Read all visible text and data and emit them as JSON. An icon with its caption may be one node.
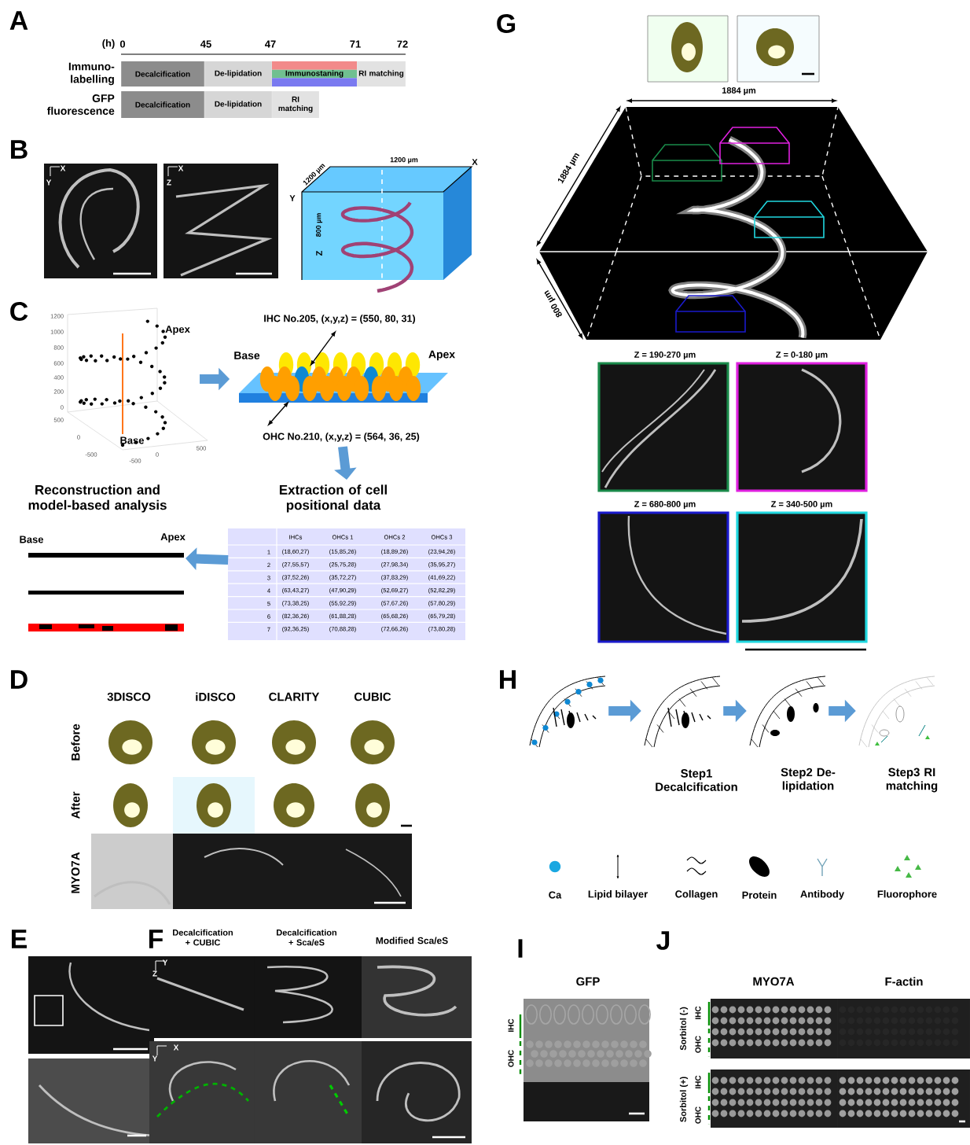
{
  "diagram": {
    "nodes": [
      {
        "text": [
          "Decalcification"
        ]
      },
      {
        "text": [
          "De-lipidation"
        ]
      },
      {
        "text": [
          "Immunostaning"
        ]
      },
      {
        "text": [
          "RI matching"
        ]
      },
      {
        "text": [
          "Decalcification"
        ]
      },
      {
        "text": [
          "De-lipidation"
        ]
      },
      {
        "text": [
          "RI matching"
        ]
      },
      {
        "text": [
          "Apex",
          "Base"
        ]
      },
      {
        "text": [
          "IHC No.205, (x,y,z) = (550, 80, 31)",
          "Base",
          "Apex",
          "OHC No.210, (x,y,z) = (564, 36, 25)"
        ]
      },
      {
        "text": [
          "Extraction of cell positional data"
        ]
      },
      {
        "text": [
          "Reconstruction and model-based analysis",
          "Base",
          "Apex"
        ]
      },
      {
        "text": [],
        "shape": "picture"
      },
      {
        "text": [
          "Step1 Decalcification"
        ]
      },
      {
        "text": [
          "Step2 De-lipidation"
        ]
      },
      {
        "text": [
          "Step3 RI matching"
        ]
      }
    ],
    "edges": [
      {
        "from": 7,
        "to": 8,
        "arrow": "to"
      },
      {
        "from": 8,
        "to": 9,
        "arrow": "to"
      },
      {
        "from": 9,
        "to": 10,
        "arrow": "to"
      },
      {
        "from": 11,
        "to": 12,
        "arrow": "to"
      },
      {
        "from": 12,
        "to": 13,
        "arrow": "to"
      },
      {
        "from": 13,
        "to": 14,
        "arrow": "to"
      }
    ],
    "labels": [
      "A",
      "(h)",
      "0",
      "45",
      "47",
      "71",
      "72",
      "Immuno-labelling",
      "GFP fluorescence",
      "B",
      "X",
      "Y",
      "X",
      "Z",
      "1200 µm",
      "1200 µm",
      "X",
      "Y",
      "800 µm",
      "Z",
      "C",
      "1200",
      "1000",
      "800",
      "600",
      "400",
      "200",
      "0",
      "500",
      "0",
      "-500",
      "-500",
      "0",
      "500",
      "IHCs",
      "OHCs 1",
      "OHCs 2",
      "OHCs 3",
      "1",
      "(18,60,27)",
      "(15,85,26)",
      "(18,89,26)",
      "(23,94,26)",
      "2",
      "(27,55,57)",
      "(25,75,28)",
      "(27,98,34)",
      "(35,95,27)",
      "3",
      "(37,52,26)",
      "(35,72,27)",
      "(37,83,29)",
      "(41,69,22)",
      "4",
      "(63,43,27)",
      "(47,90,29)",
      "(52,69,27)",
      "(52,82,29)",
      "5",
      "(73,38,25)",
      "(55,92,29)",
      "(57,67,26)",
      "(57,80,29)",
      "6",
      "(82,36,26)",
      "(61,88,28)",
      "(65,68,26)",
      "(65,79,28)",
      "7",
      "(92,36,25)",
      "(70,88,28)",
      "(72,66,26)",
      "(73,80,28)",
      "D",
      "3DISCO",
      "iDISCO",
      "CLARITY",
      "CUBIC",
      "Before",
      "After",
      "MYO7A",
      "E",
      "F",
      "Decalcification + CUBIC",
      "Decalcification + Sca/eS",
      "Modified Sca/eS",
      "Y",
      "Z",
      "X",
      "Y",
      "G",
      "1884 µm",
      "1884 µm",
      "800 µm",
      "Z = 190-270 µm",
      "Z = 0-180 µm",
      "Z = 680-800 µm",
      "Z = 340-500 µm",
      "H",
      "I",
      "GFP",
      "IHC",
      "OHC",
      "J",
      "MYO7A",
      "F-actin",
      "Sorbitol (-)",
      "IHC",
      "OHC",
      "Sorbitol (+)",
      "IHC",
      "OHC"
    ],
    "legend": [
      {
        "text": "Ca",
        "color": "#1aa7e1"
      },
      {
        "text": "Lipid bilayer"
      },
      {
        "text": "Collagen"
      },
      {
        "text": "Protein"
      },
      {
        "text": "Antibody"
      },
      {
        "text": "Fluorophore"
      }
    ]
  }
}
